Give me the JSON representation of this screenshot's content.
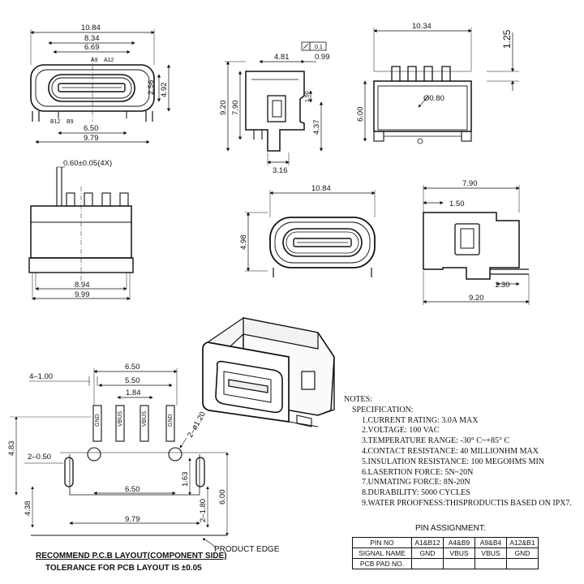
{
  "views": {
    "top_left": {
      "width_overall": "10.84",
      "width_inner": "8.34",
      "width_opening": "6.69",
      "pin_a9": "A9",
      "pin_a12": "A12",
      "pin_b12": "B12",
      "pin_b9": "B9",
      "height_inner": "2.56",
      "height_overall": "4.92",
      "pin_span_inner": "6.50",
      "pin_span_outer": "9.79"
    },
    "side_top": {
      "dim_481": "4.81",
      "dim_099": "0.99",
      "flatness_value": "0.1",
      "dim_920": "9.20",
      "dim_790": "7.90",
      "dim_150": "1.50",
      "dim_437": "4.37",
      "dim_316": "3.16"
    },
    "back_top": {
      "width": "10.34",
      "dim_125": "1.25",
      "hole_dia": "Ø0.80",
      "height": "6.00"
    },
    "pin_view": {
      "pin_callout": "0.60±0.05(4X)",
      "dim_894": "8.94",
      "dim_999": "9.99"
    },
    "front_mid": {
      "width": "10.84",
      "height": "4.98"
    },
    "side_mid": {
      "length": "7.90",
      "dim_150": "1.50",
      "dim_130": "1.30",
      "dim_920": "9.20"
    },
    "pcb_layout": {
      "slot_dim": "4–1.00",
      "span_650_top": "6.50",
      "span_550": "5.50",
      "span_184": "1.84",
      "pad_labels": [
        "GND",
        "VBUS",
        "VBUS",
        "GND"
      ],
      "hole_dim": "2–ø1.20",
      "dim_483": "4.83",
      "dim_050": "2–0.50",
      "dim_438": "4.38",
      "span_650_bottom": "6.50",
      "dim_163": "1.63",
      "dim_180": "2–1.80",
      "dim_600": "6.00",
      "span_979": "9.79",
      "edge_label": "PRODUCT EDGE",
      "title": "RECOMMEND P.C.B LAYOUT(COMPONENT SIDE)",
      "tolerance": "TOLERANCE FOR PCB LAYOUT IS ±0.05"
    }
  },
  "notes": {
    "heading": "NOTES:",
    "spec_heading": "SPECIFICATION:",
    "items": [
      "1.CURRENT RATING: 3.0A MAX",
      "2.VOLTAGE: 100 VAC",
      "3.TEMPERATURE RANGE: -30° C~+85° C",
      "4.CONTACT RESISTANCE: 40 MILLIONHM MAX",
      "5.INSULATION RESISTANCE: 100 MEGOHMS MIN",
      "6.LASERTION FORCE: 5N~20N",
      "7.UNMATING FORCE: 8N-20N",
      "8.DURABILITY: 5000 CYCLES",
      "9.WATER PROOFNESS:THISPRODUCTIS BASED ON IPX7."
    ]
  },
  "pin_assignment": {
    "title": "PIN ASSIGNMENT:",
    "row_labels": [
      "PIN NO",
      "SIGNAL NAME",
      "PCB PAD NO."
    ],
    "pin_no": [
      "A1&B12",
      "A4&B9",
      "A9&B4",
      "A12&B1"
    ],
    "signal": [
      "GND",
      "VBUS",
      "VBUS",
      "GND"
    ],
    "pad": [
      "",
      "",
      "",
      ""
    ]
  }
}
